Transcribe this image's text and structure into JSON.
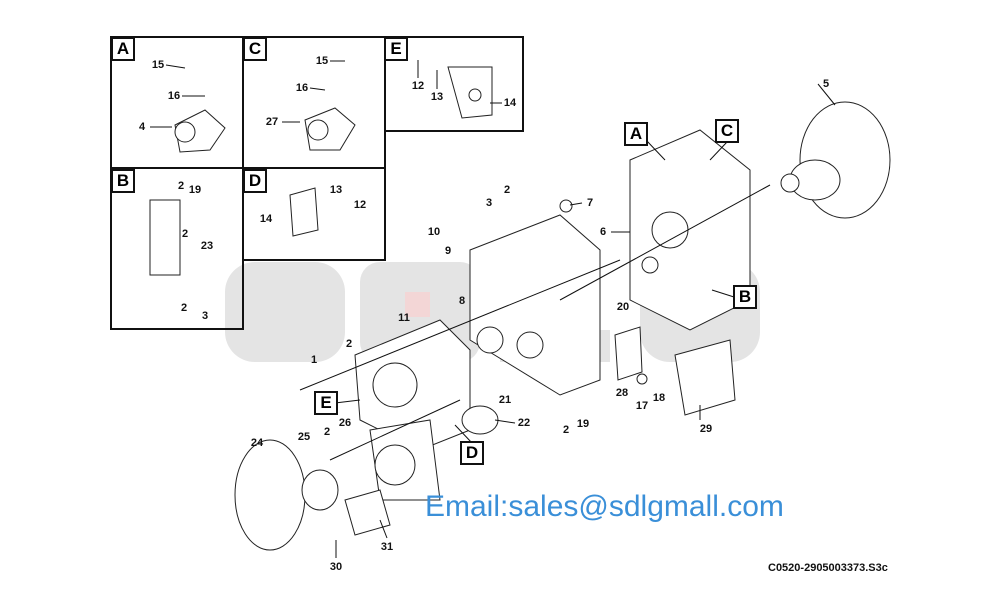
{
  "insets": [
    {
      "tag": "A",
      "callouts": [
        "15",
        "16",
        "4"
      ]
    },
    {
      "tag": "C",
      "callouts": [
        "15",
        "16",
        "27"
      ]
    },
    {
      "tag": "E",
      "callouts": [
        "12",
        "13",
        "14"
      ]
    },
    {
      "tag": "B",
      "callouts": [
        "2",
        "19",
        "2",
        "23",
        "2",
        "3"
      ]
    },
    {
      "tag": "D",
      "callouts": [
        "13",
        "12",
        "14"
      ]
    }
  ],
  "main_tags": [
    "A",
    "C",
    "B",
    "E",
    "D"
  ],
  "main_callouts": [
    "5",
    "7",
    "3",
    "2",
    "10",
    "9",
    "6",
    "20",
    "8",
    "11",
    "1",
    "2",
    "21",
    "22",
    "2",
    "19",
    "28",
    "17",
    "18",
    "29",
    "24",
    "25",
    "2",
    "26",
    "31",
    "30"
  ],
  "drawing_code": "C0520-2905003373.S3c",
  "watermark_logo": "SDLG",
  "watermark_text": "Email:sales@sdlgmall.com"
}
